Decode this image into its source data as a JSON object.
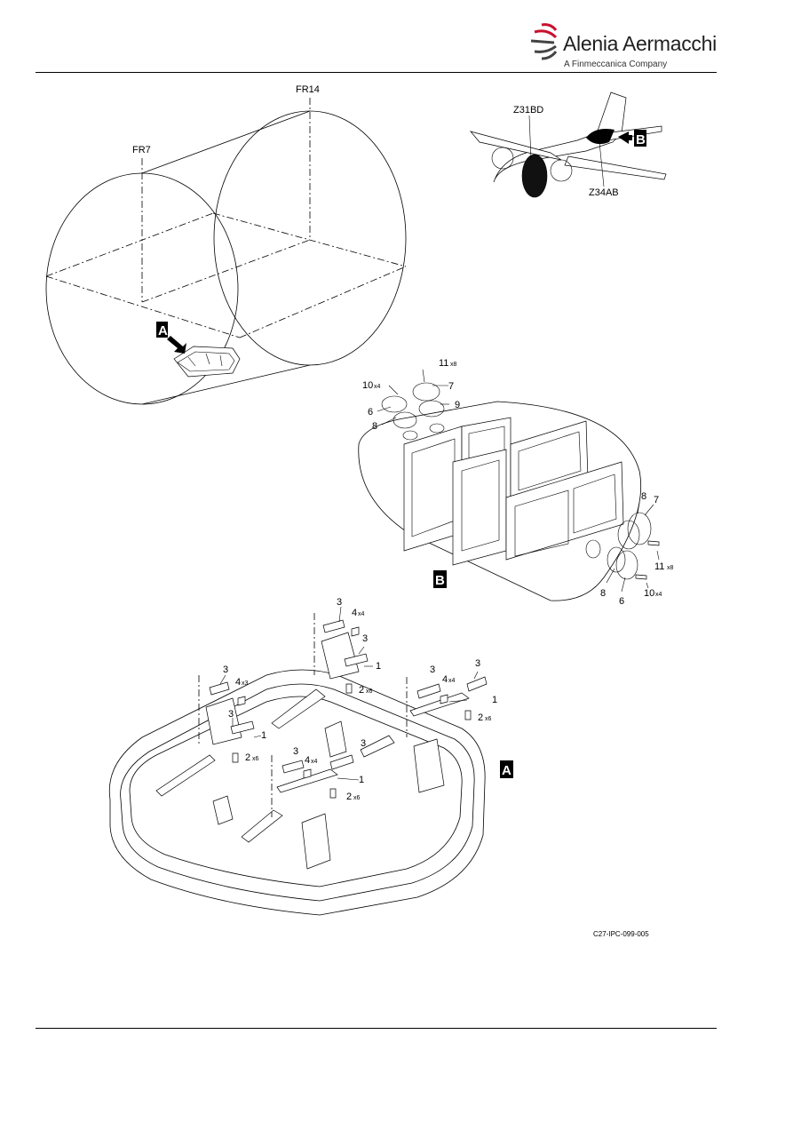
{
  "header": {
    "brand_name": "Alenia Aermacchi",
    "brand_sub": "A Finmeccanica Company",
    "brand_color": "#c8102e"
  },
  "figure": {
    "frames": [
      "FR14",
      "FR7"
    ],
    "zones": [
      "Z31BD",
      "Z34AB"
    ],
    "view_tags": [
      "A",
      "B"
    ],
    "figure_id": "C27-IPC-099-005",
    "view_b_items": [
      {
        "num": "11",
        "qty": "x8"
      },
      {
        "num": "10",
        "qty": "x4"
      },
      {
        "num": "7",
        "qty": ""
      },
      {
        "num": "6",
        "qty": ""
      },
      {
        "num": "9",
        "qty": ""
      },
      {
        "num": "8",
        "qty": ""
      }
    ],
    "view_b_right_items": [
      {
        "num": "8",
        "qty": ""
      },
      {
        "num": "7",
        "qty": ""
      },
      {
        "num": "11",
        "qty": "x8"
      },
      {
        "num": "8",
        "qty": ""
      },
      {
        "num": "6",
        "qty": ""
      },
      {
        "num": "10",
        "qty": "x4"
      }
    ],
    "view_a_items": [
      {
        "num": "3",
        "qty": ""
      },
      {
        "num": "4",
        "qty": "x4"
      },
      {
        "num": "3",
        "qty": ""
      },
      {
        "num": "1",
        "qty": ""
      },
      {
        "num": "2",
        "qty": "x6"
      },
      {
        "num": "3",
        "qty": ""
      },
      {
        "num": "4",
        "qty": "x3"
      },
      {
        "num": "3",
        "qty": ""
      },
      {
        "num": "1",
        "qty": ""
      },
      {
        "num": "2",
        "qty": "x6"
      },
      {
        "num": "3",
        "qty": ""
      },
      {
        "num": "3",
        "qty": ""
      },
      {
        "num": "4",
        "qty": "x4"
      },
      {
        "num": "1",
        "qty": ""
      },
      {
        "num": "2",
        "qty": "x6"
      },
      {
        "num": "3",
        "qty": ""
      },
      {
        "num": "4",
        "qty": "x4"
      },
      {
        "num": "3",
        "qty": ""
      },
      {
        "num": "1",
        "qty": ""
      },
      {
        "num": "2",
        "qty": "x6"
      }
    ]
  }
}
